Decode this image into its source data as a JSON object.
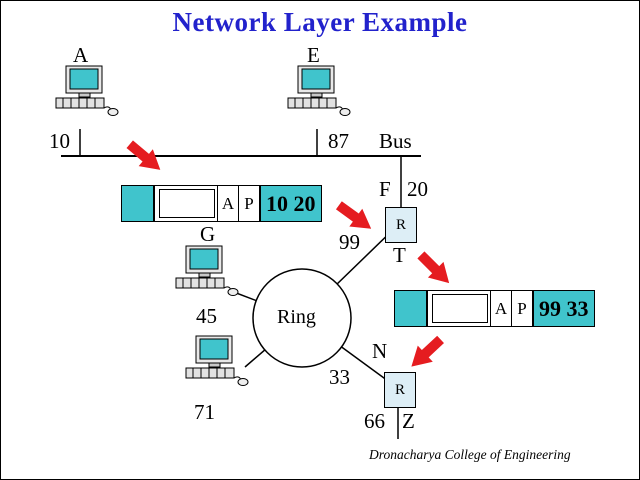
{
  "title": "Network Layer Example",
  "footer": "Dronacharya College of Engineering",
  "labels": {
    "a": "A",
    "e": "E",
    "bus": "Bus",
    "g": "G",
    "f": "F",
    "t": "T",
    "n": "N",
    "z": "Z",
    "ring": "Ring",
    "port10": "10",
    "port87": "87",
    "port20": "20",
    "port99": "99",
    "port45": "45",
    "port71": "71",
    "port33": "33",
    "port66": "66"
  },
  "routers": {
    "top": "R",
    "bottom": "R"
  },
  "packets": [
    {
      "field_a": "A",
      "field_p": "P",
      "address": "10 20"
    },
    {
      "field_a": "A",
      "field_p": "P",
      "address": "99 33"
    }
  ],
  "icons": {
    "computer": "computer-icon",
    "arrow": "red-arrow-icon"
  },
  "colors": {
    "title_blue": "#2222cc",
    "teal": "#40c4cc",
    "arrow_red": "#e51c20",
    "router_fill": "#ddeef6"
  }
}
